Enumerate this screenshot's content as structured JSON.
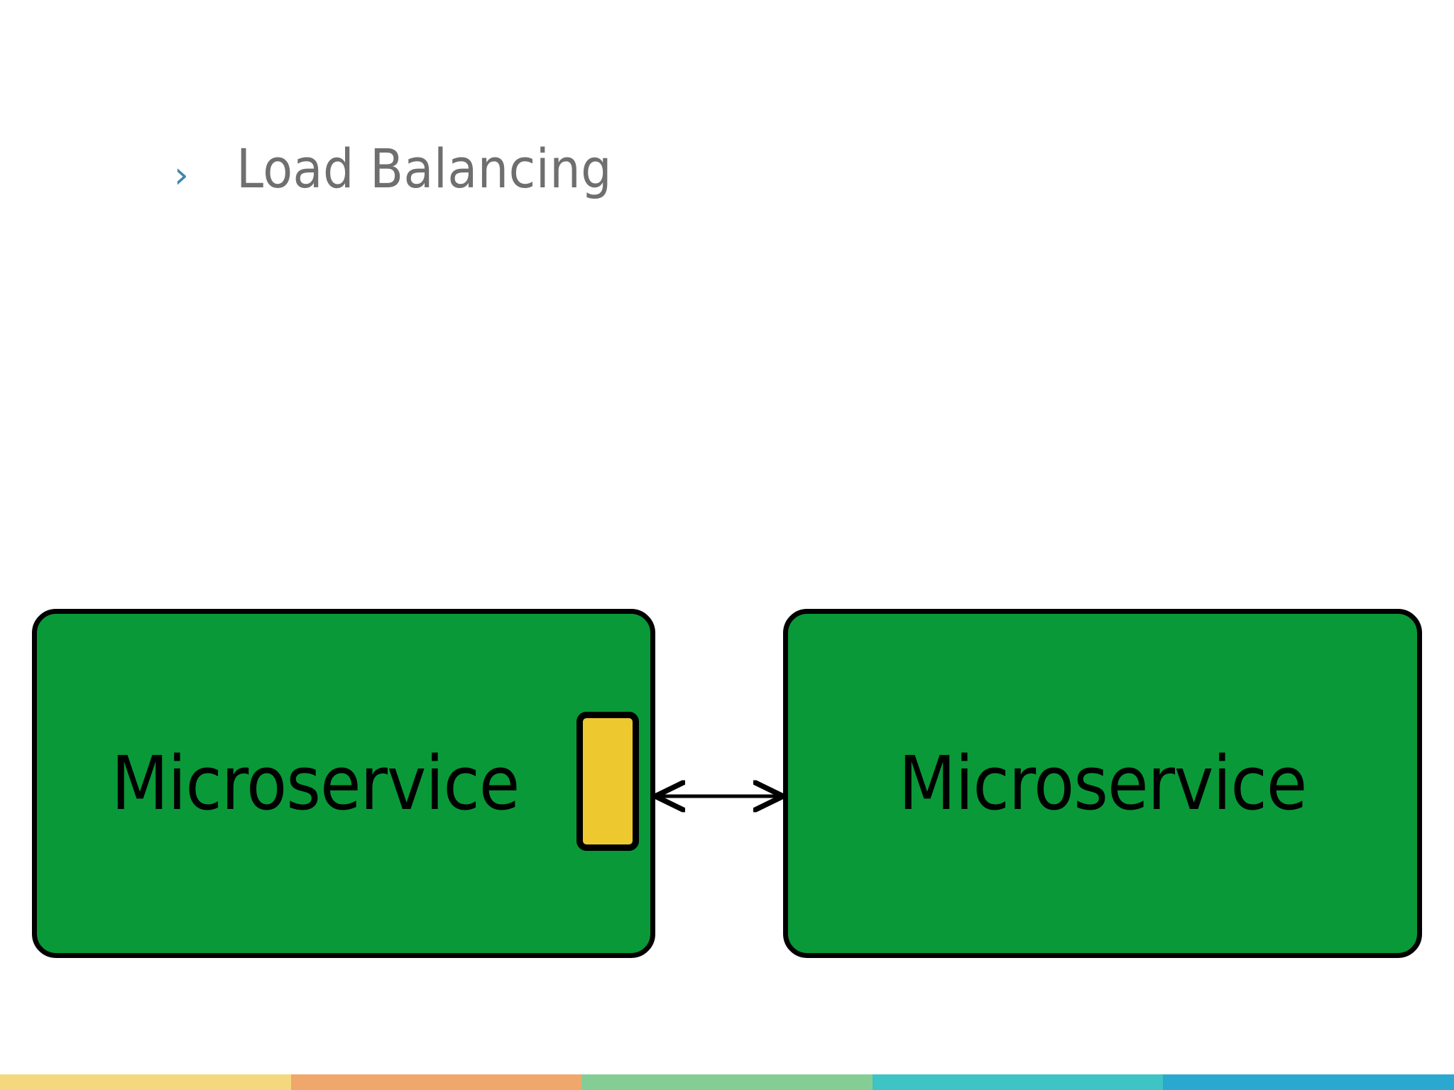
{
  "slide": {
    "background_color": "#FFFFFF",
    "bullet": {
      "chevron_icon": "chevron-right-icon",
      "chevron_glyph": "›",
      "chevron_color": "#3F87AF",
      "text": "Load Balancing",
      "text_color": "#6F6F6F"
    },
    "diagram": {
      "type": "node-connector",
      "node_fill_color": "#0A9938",
      "node_border_color": "#000000",
      "port_fill_color": "#EDC92F",
      "nodes": [
        {
          "id": "left",
          "label": "Microservice"
        },
        {
          "id": "right",
          "label": "Microservice"
        }
      ],
      "port_marker": {
        "name": "load-balancer-port",
        "attached_to": "left",
        "label": ""
      },
      "connector": {
        "name": "bidirectional-arrow",
        "from": "left",
        "to": "right",
        "style": "double-headed",
        "color": "#000000",
        "label": ""
      }
    },
    "footer": {
      "segments": [
        {
          "name": "band-yellow",
          "color": "#F5D87E"
        },
        {
          "name": "band-orange",
          "color": "#F0A76B"
        },
        {
          "name": "band-green",
          "color": "#84CE96"
        },
        {
          "name": "band-teal",
          "color": "#3EC4C4"
        },
        {
          "name": "band-blue",
          "color": "#2BA8CF"
        }
      ]
    }
  }
}
